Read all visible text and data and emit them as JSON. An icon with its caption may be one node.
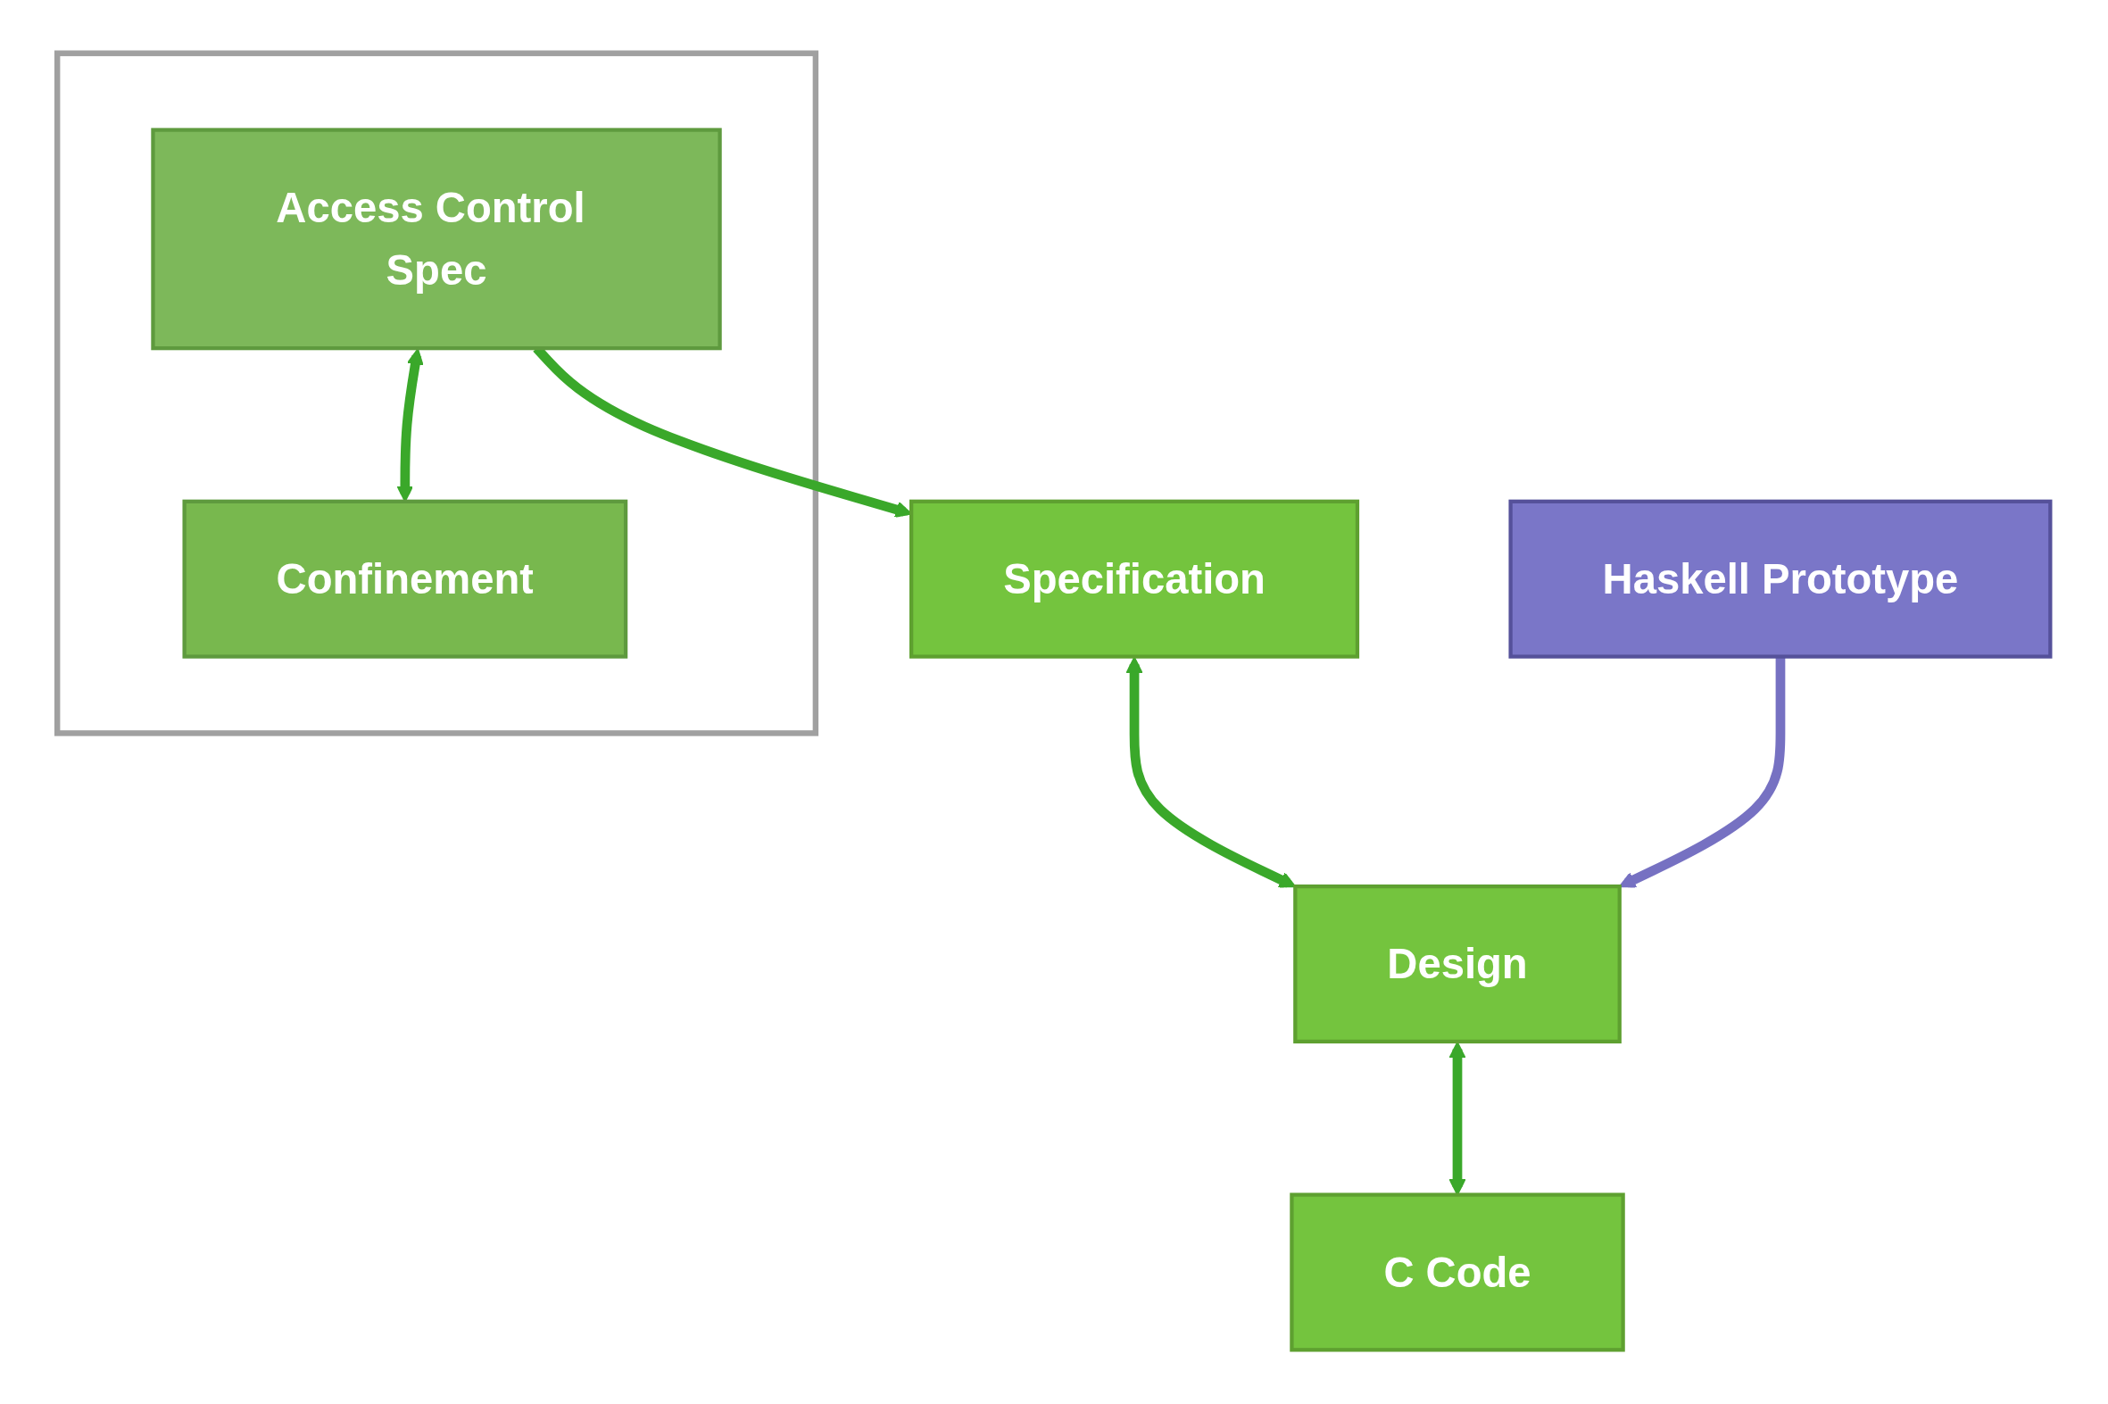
{
  "diagram": {
    "nodes": [
      {
        "text": [],
        "shape": "box"
      },
      {
        "text": [
          "Access Control Spec"
        ],
        "in": 0
      },
      {
        "text": [
          "Confinement"
        ],
        "in": 0
      },
      {
        "text": [
          "Specification"
        ]
      },
      {
        "text": [
          "Design"
        ]
      },
      {
        "text": [
          "C Code"
        ]
      },
      {
        "text": [
          "Haskell Prototype"
        ]
      }
    ],
    "edges": [
      {
        "from": 1,
        "to": 2,
        "arrow": "both"
      },
      {
        "from": 1,
        "to": 3,
        "arrow": "to"
      },
      {
        "from": 3,
        "to": 4,
        "arrow": "both"
      },
      {
        "from": 4,
        "to": 5,
        "arrow": "both"
      },
      {
        "from": 6,
        "to": 4,
        "arrow": "to",
        "color": "#7671c2"
      }
    ]
  }
}
